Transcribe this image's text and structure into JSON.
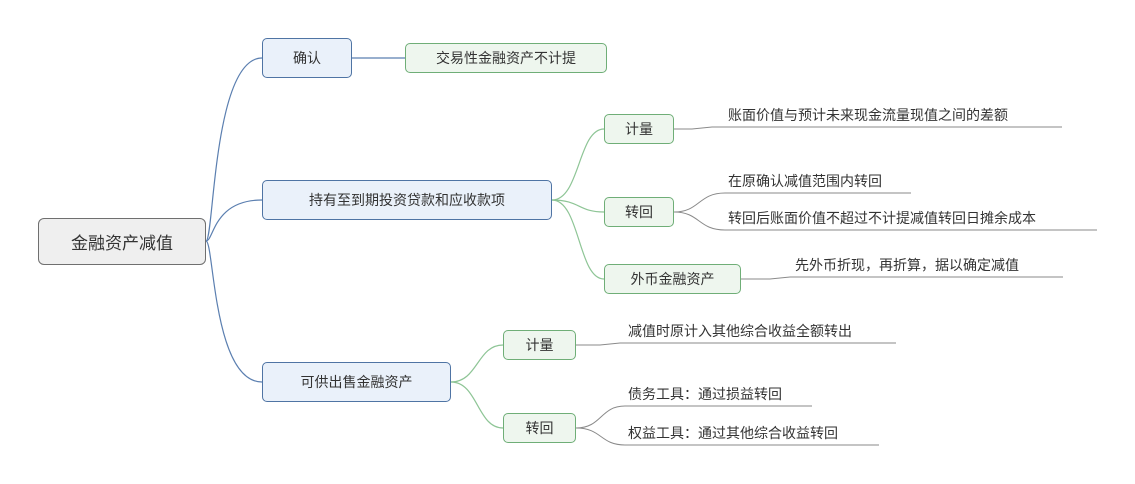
{
  "root": {
    "label": "金融资产减值"
  },
  "branches": [
    {
      "label": "确认",
      "children": [
        {
          "label": "交易性金融资产不计提",
          "leaves": []
        }
      ]
    },
    {
      "label": "持有至到期投资贷款和应收款项",
      "children": [
        {
          "label": "计量",
          "leaves": [
            "账面价值与预计未来现金流量现值之间的差额"
          ]
        },
        {
          "label": "转回",
          "leaves": [
            "在原确认减值范围内转回",
            "转回后账面价值不超过不计提减值转回日摊余成本"
          ]
        },
        {
          "label": "外币金融资产",
          "leaves": [
            "先外币折现，再折算，据以确定减值"
          ]
        }
      ]
    },
    {
      "label": "可供出售金融资产",
      "children": [
        {
          "label": "计量",
          "leaves": [
            "减值时原计入其他综合收益全额转出"
          ]
        },
        {
          "label": "转回",
          "leaves": [
            "债务工具：通过损益转回",
            "权益工具：通过其他综合收益转回"
          ]
        }
      ]
    }
  ],
  "colors": {
    "root_border": "#6f6f6f",
    "level1_border": "#4f74a4",
    "level2_border": "#6fae77",
    "connector_root": "#5b7fb0",
    "connector_child": "#8ec596",
    "leaf_underline": "#8a8a8a"
  }
}
